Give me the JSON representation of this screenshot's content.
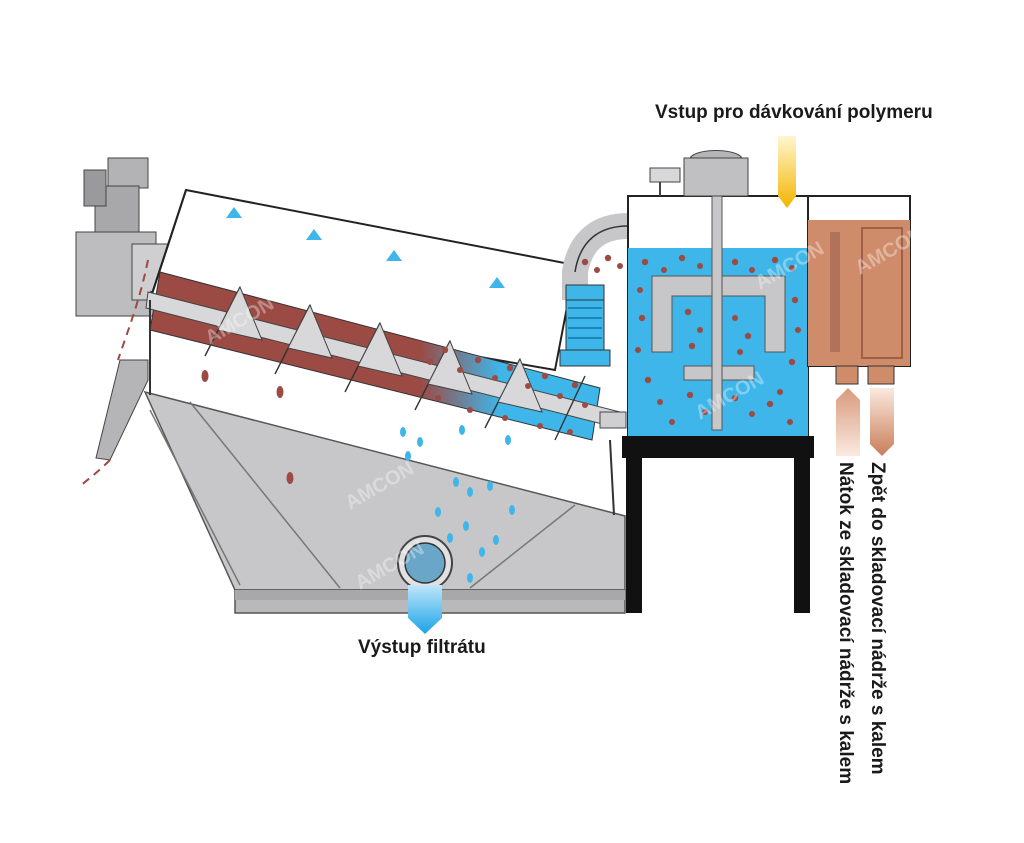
{
  "labels": {
    "polymer_inlet": "Vstup pro dávkování polymeru",
    "filtrate_outlet": "Výstup filtrátu",
    "sludge_return": "Zpět do skladovací nádrže s kalem",
    "sludge_inflow": "Nátok ze skladovací nádrže s kalem"
  },
  "watermark": "AMCON",
  "colors": {
    "water": "#3fb6ea",
    "sludge": "#9b4a44",
    "metal": "#c7c7c9",
    "metal_dark": "#9a9a9c",
    "frame": "#111111",
    "polymer_arrow": "#f4b400",
    "tank_brown": "#cf8c6a"
  }
}
